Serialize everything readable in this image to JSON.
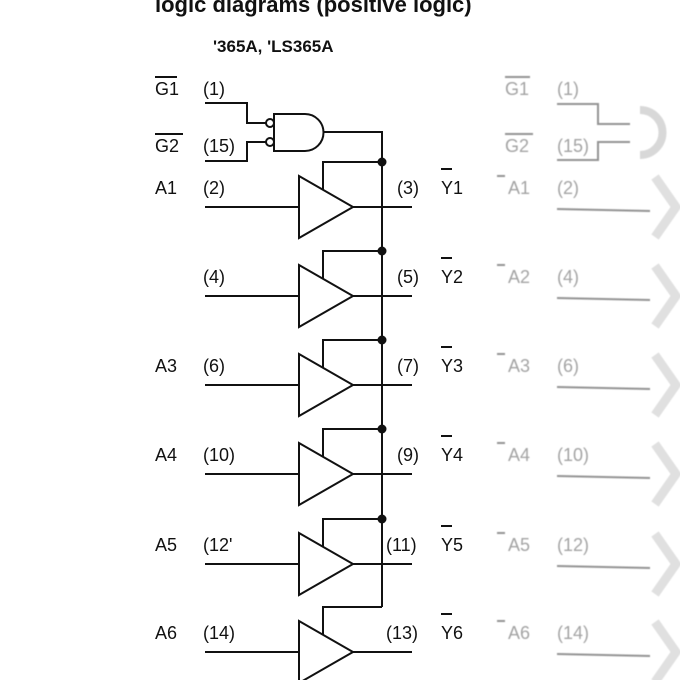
{
  "title": "logic diagrams (positive logic)",
  "subtitle": "'365A, 'LS365A",
  "enable_inputs": [
    {
      "label": "G1",
      "pin": "(1)",
      "inverted": true
    },
    {
      "label": "G2",
      "pin": "(15)",
      "inverted": true
    }
  ],
  "buffers": [
    {
      "input": "A1",
      "in_pin": "(2)",
      "out_pin": "(3)",
      "output": "Y1"
    },
    {
      "input": "",
      "in_pin": "(4)",
      "out_pin": "(5)",
      "output": "Y2"
    },
    {
      "input": "A3",
      "in_pin": "(6)",
      "out_pin": "(7)",
      "output": "Y3"
    },
    {
      "input": "A4",
      "in_pin": "(10)",
      "out_pin": "(9)",
      "output": "Y4"
    },
    {
      "input": "A5",
      "in_pin": "(12'",
      "out_pin": "(11)",
      "output": "Y5"
    },
    {
      "input": "A6",
      "in_pin": "(14)",
      "out_pin": "(13)",
      "output": "Y6"
    }
  ],
  "second_diagram": {
    "enable_inputs": [
      {
        "label": "G1",
        "pin": "(1)"
      },
      {
        "label": "G2",
        "pin": "(15)"
      }
    ],
    "inputs": [
      {
        "label": "A1",
        "pin": "(2)"
      },
      {
        "label": "A2",
        "pin": "(4)"
      },
      {
        "label": "A3",
        "pin": "(6)"
      },
      {
        "label": "A4",
        "pin": "(10)"
      },
      {
        "label": "A5",
        "pin": "(12)"
      },
      {
        "label": "A6",
        "pin": "(14)"
      }
    ]
  }
}
